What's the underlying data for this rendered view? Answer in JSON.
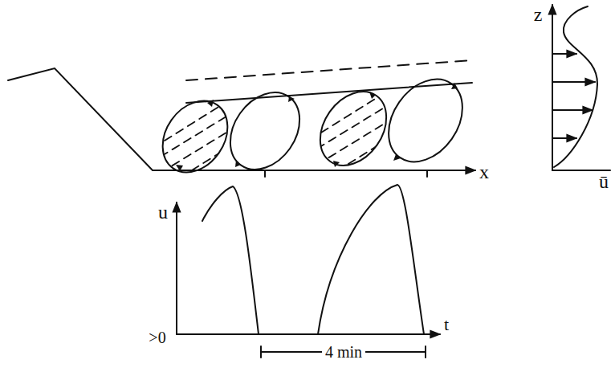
{
  "diagram": {
    "labels": [
      "z",
      "x",
      "ū",
      "u",
      "t",
      ">0",
      "4 min"
    ]
  }
}
